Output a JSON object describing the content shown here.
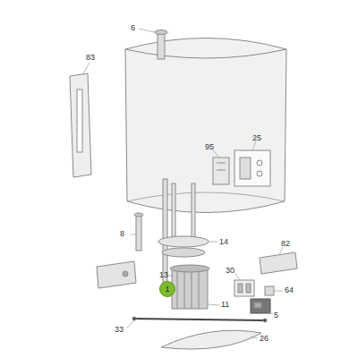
{
  "diagram": {
    "nodes": [
      {
        "text": [
          "1"
        ]
      }
    ],
    "labels": [
      "6",
      "83",
      "95",
      "25",
      "8",
      "14",
      "82",
      "13",
      "30",
      "64",
      "11",
      "5",
      "33",
      "26"
    ]
  }
}
